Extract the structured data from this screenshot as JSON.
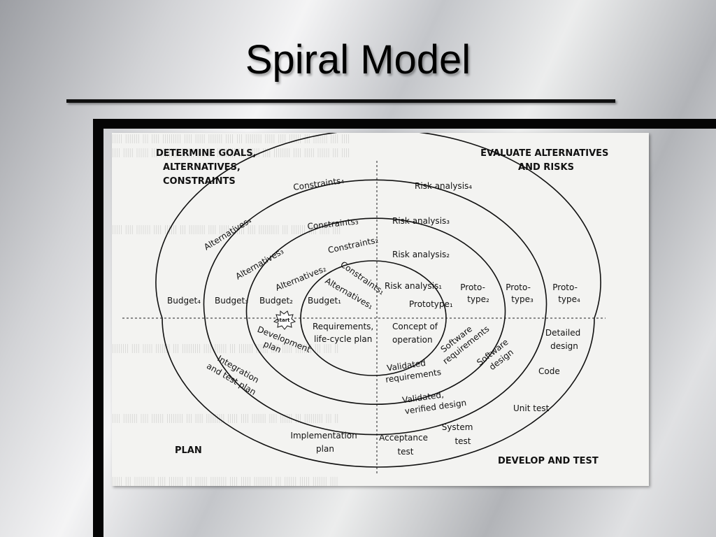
{
  "slide": {
    "title": "Spiral Model"
  },
  "diagram": {
    "quadrants": {
      "top_left": [
        "DETERMINE GOALS,",
        "ALTERNATIVES,",
        "CONSTRAINTS"
      ],
      "top_right": [
        "EVALUATE ALTERNATIVES",
        "AND RISKS"
      ],
      "bottom_left": "PLAN",
      "bottom_right": "DEVELOP AND TEST"
    },
    "start_label": "start",
    "labels": {
      "constraints_4": "Constraints₄",
      "constraints_3": "Constraints₃",
      "constraints_2": "Constraints₂",
      "constraints_1": "Constraints₁",
      "alternatives_4": "Alternatives₄",
      "alternatives_3": "Alternatives₃",
      "alternatives_2": "Alternatives₂",
      "alternatives_1": "Alternatives₁",
      "risk_4": "Risk analysis₄",
      "risk_3": "Risk analysis₃",
      "risk_2": "Risk analysis₂",
      "risk_1": "Risk analysis₁",
      "prototype_1": "Prototype₁",
      "prototype_2": [
        "Proto-",
        "type₂"
      ],
      "prototype_3": [
        "Proto-",
        "type₃"
      ],
      "prototype_4": [
        "Proto-",
        "type₄"
      ],
      "budget_4": "Budget₄",
      "budget_3": "Budget₃",
      "budget_2": "Budget₂",
      "budget_1": "Budget₁",
      "requirements_plan": [
        "Requirements,",
        "life-cycle plan"
      ],
      "development_plan": [
        "Development",
        "plan"
      ],
      "integration_plan": [
        "Integration",
        "and test plan"
      ],
      "implementation_plan": [
        "Implementation",
        "plan"
      ],
      "concept_of_operation": [
        "Concept of",
        "operation"
      ],
      "software_requirements": [
        "Software",
        "requirements"
      ],
      "software_design": [
        "Software",
        "design"
      ],
      "detailed_design": [
        "Detailed",
        "design"
      ],
      "validated_requirements": [
        "Validated",
        "requirements"
      ],
      "validated_design": [
        "Validated,",
        "verified design"
      ],
      "code": "Code",
      "unit_test": "Unit test",
      "system_test": [
        "System",
        "test"
      ],
      "acceptance_test": [
        "Acceptance",
        "test"
      ]
    }
  }
}
